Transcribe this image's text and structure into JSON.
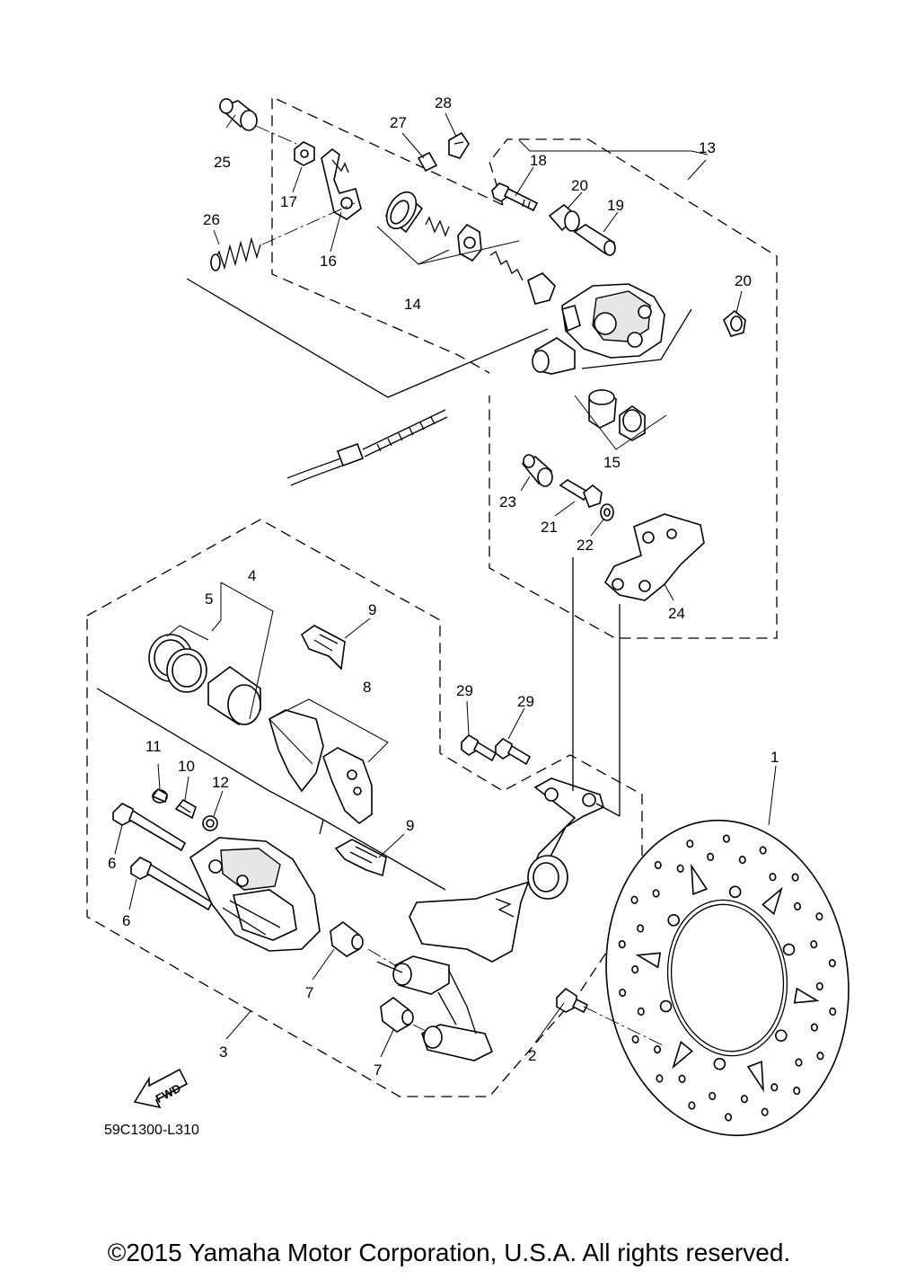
{
  "diagram_code": "59C1300-L310",
  "fwd_label": "FWD",
  "copyright": "©2015 Yamaha Motor Corporation, U.S.A. All rights reserved.",
  "callouts": [
    "1",
    "2",
    "3",
    "4",
    "5",
    "6",
    "6",
    "7",
    "7",
    "8",
    "9",
    "9",
    "10",
    "11",
    "12",
    "13",
    "14",
    "15",
    "16",
    "17",
    "18",
    "19",
    "20",
    "20",
    "21",
    "22",
    "23",
    "24",
    "25",
    "26",
    "27",
    "28",
    "29",
    "29"
  ]
}
